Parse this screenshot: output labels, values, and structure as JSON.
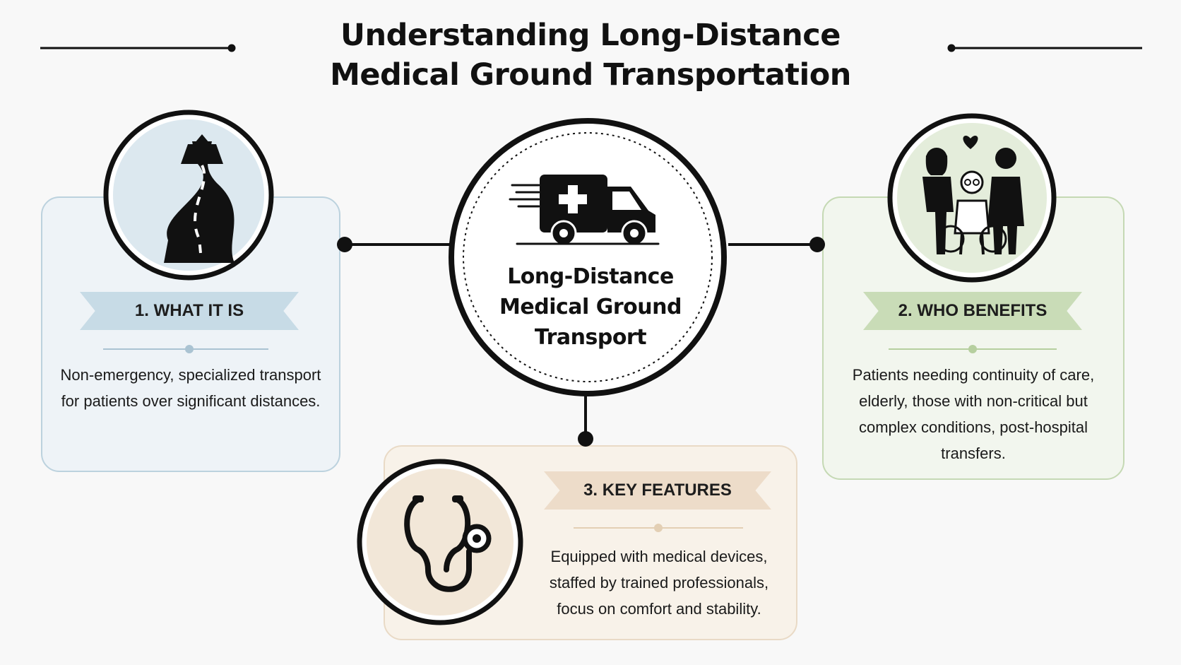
{
  "title": {
    "line1": "Understanding Long-Distance",
    "line2": "Medical Ground Transportation"
  },
  "center": {
    "line1": "Long-Distance",
    "line2": "Medical Ground",
    "line3": "Transport",
    "icon": "ambulance-icon"
  },
  "sections": {
    "what_it_is": {
      "heading": "1. WHAT IT IS",
      "text": "Non-emergency, specialized transport for patients over significant distances.",
      "icon": "winding-road-arrow-icon",
      "accent": "#c7dbe6"
    },
    "who_benefits": {
      "heading": "2. WHO BENEFITS",
      "text": "Patients needing continuity of care, elderly, those with non-critical but complex conditions, post-hospital transfers.",
      "icon": "family-wheelchair-icon",
      "accent": "#c9dcb7"
    },
    "key_features": {
      "heading": "3. KEY FEATURES",
      "text": "Equipped with medical devices, staffed by trained professionals, focus on comfort and stability.",
      "icon": "stethoscope-icon",
      "accent": "#eddcc9"
    }
  }
}
